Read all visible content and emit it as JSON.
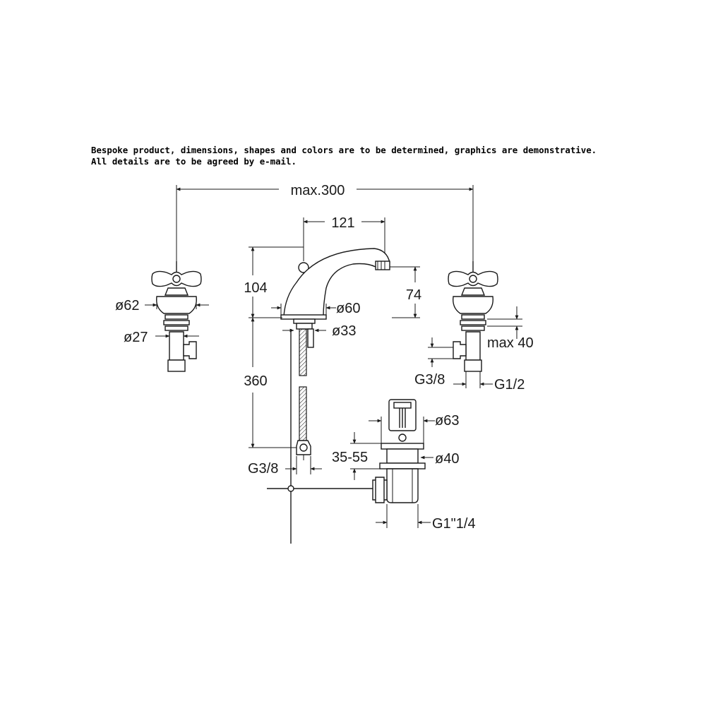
{
  "note": {
    "line1": "Bespoke product, dimensions, shapes and colors are to be determined, graphics are demonstrative.",
    "line2": "All details are to be agreed by e-mail."
  },
  "dimensions": {
    "overall_width": "max.300",
    "spout_reach": "121",
    "spout_height": "104",
    "outlet_height": "74",
    "handle_diameter": "ø62",
    "shank_diameter": "ø27",
    "spout_base_diameter": "ø60",
    "spout_shank_diameter": "ø33",
    "hose_length": "360",
    "hose_connection": "G3/8",
    "valve_outlet_thread": "G3/8",
    "valve_inlet_thread": "G1/2",
    "valve_depth": "max 40",
    "waste_head_diameter": "ø63",
    "waste_range": "35-55",
    "waste_body_diameter": "ø40",
    "waste_thread": "G1\"1/4"
  },
  "colors": {
    "line": "#1a1a1a",
    "background": "#ffffff"
  }
}
